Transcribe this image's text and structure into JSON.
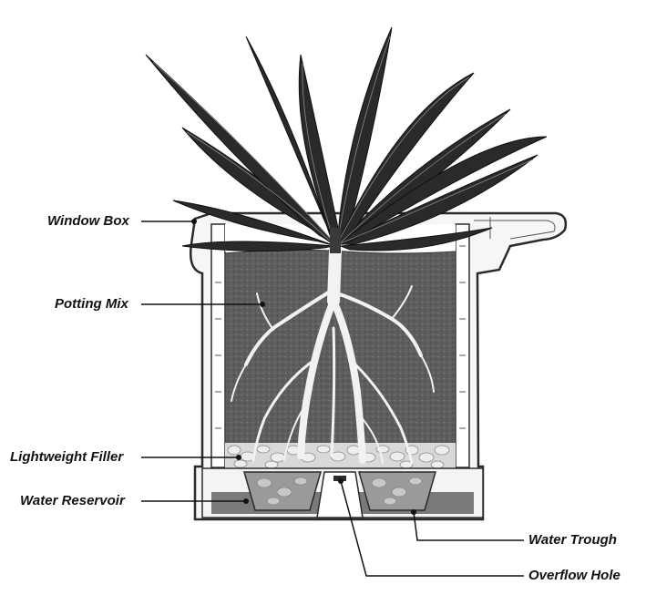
{
  "labels": {
    "window_box": "Window Box",
    "potting_mix": "Potting Mix",
    "lightweight_filler": "Lightweight Filler",
    "water_reservoir": "Water Reservoir",
    "water_trough": "Water Trough",
    "overflow_hole": "Overflow Hole"
  },
  "colors": {
    "background": "#ffffff",
    "box_outline": "#2b2b2b",
    "box_fill": "#f4f4f4",
    "soil": "#5d5d5d",
    "roots": "#f2f2f2",
    "leaves": "#262626",
    "water": "#7a7a7a",
    "label_text": "#111111"
  }
}
